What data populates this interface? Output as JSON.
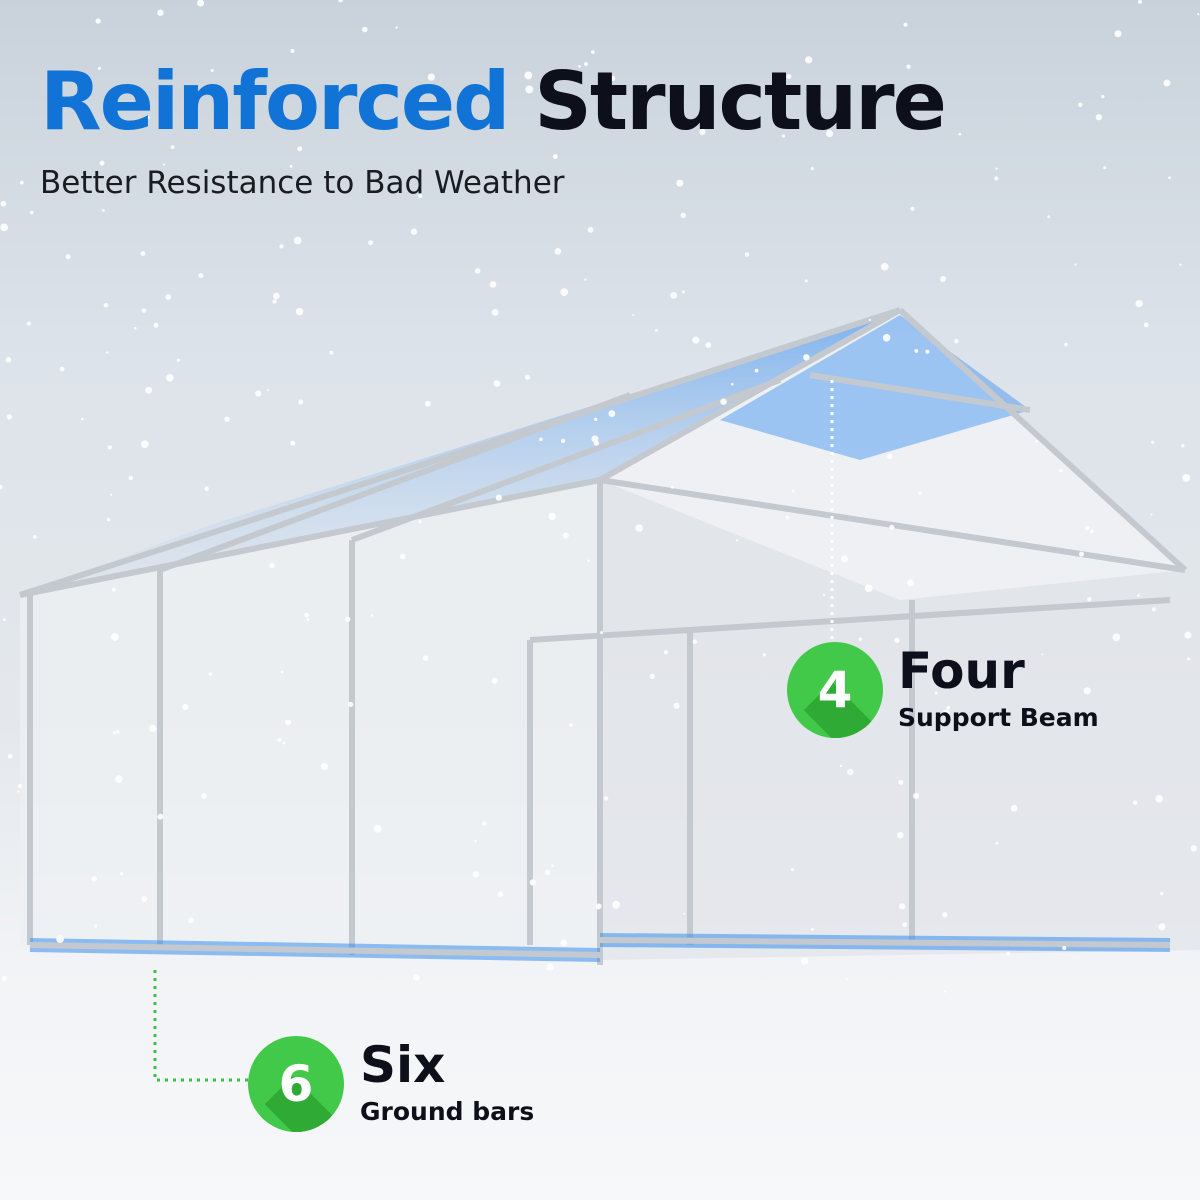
{
  "header": {
    "title_accent": "Reinforced",
    "title_rest": "Structure",
    "subtitle": "Better Resistance to Bad Weather"
  },
  "callouts": [
    {
      "number": "4",
      "word": "Four",
      "label": "Support Beam"
    },
    {
      "number": "6",
      "word": "Six",
      "label": "Ground bars"
    }
  ],
  "colors": {
    "accent_blue": "#1173d6",
    "badge_green": "#43c94a",
    "text_dark": "#0d0f1a",
    "highlight_blue": "#3a8ff0"
  }
}
